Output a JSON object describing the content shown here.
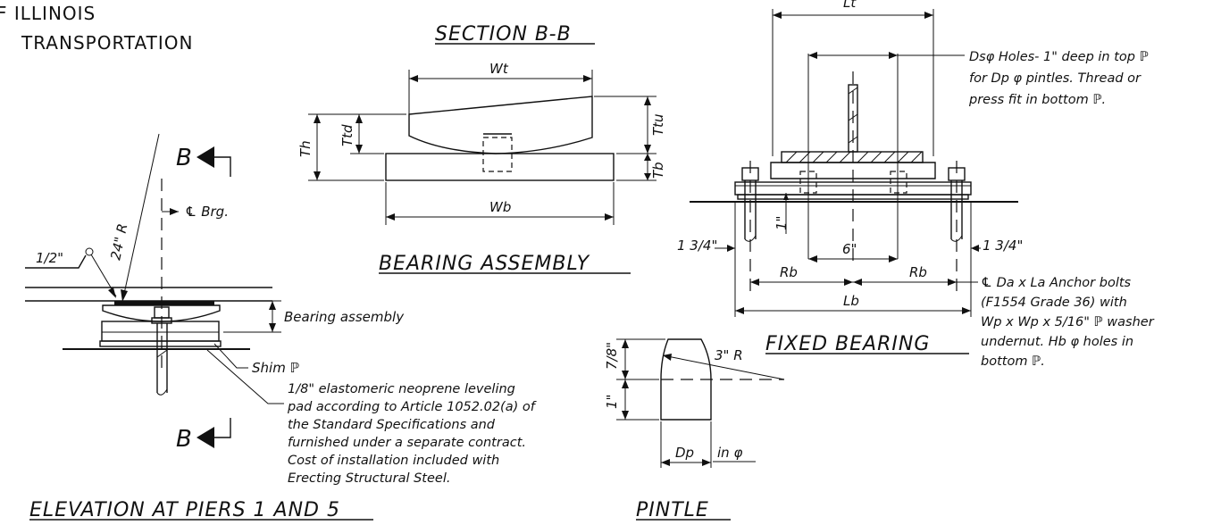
{
  "header": {
    "line1": "F  ILLINOIS",
    "line2": "TRANSPORTATION"
  },
  "titles": {
    "section": "SECTION B-B",
    "bearing_assembly": "BEARING ASSEMBLY",
    "fixed_bearing": "FIXED BEARING",
    "elevation": "ELEVATION AT PIERS 1 AND 5",
    "pintle": "PINTLE"
  },
  "elevation": {
    "section_mark": "B",
    "radius": "24\" R",
    "centerline": "℄ Brg.",
    "weld": "1/2\"",
    "bearing_assembly": "Bearing assembly",
    "shim": "Shim ℙ",
    "pad_note": [
      "1/8\" elastomeric neoprene leveling",
      "pad according to Article 1052.02(a) of",
      "the Standard Specifications and",
      "furnished under a separate contract.",
      "Cost of installation included with",
      "Erecting Structural Steel."
    ]
  },
  "section": {
    "wt": "Wt",
    "wb": "Wb",
    "th": "Th",
    "ttd": "Ttd",
    "ttu": "Ttu",
    "tb": "Tb"
  },
  "fixed": {
    "lt": "Lt",
    "lb": "Lb",
    "rb_left": "Rb",
    "rb_right": "Rb",
    "six": "6\"",
    "one": "1\"",
    "edge_left": "1 3/4\"",
    "edge_right": "1 3/4\"",
    "holes_note": [
      "Dsφ Holes- 1\" deep in top ℙ",
      "for Dp φ pintles.  Thread or",
      "press fit in bottom ℙ."
    ],
    "anchor_note": [
      "℄ Da x La Anchor bolts",
      "(F1554 Grade 36) with",
      "Wp x Wp x 5/16\" ℙ washer",
      "undernut. Hb φ holes in",
      "bottom ℙ."
    ]
  },
  "pintle": {
    "top": "7/8\"",
    "bottom": "1\"",
    "radius": "3\" R",
    "dp": "Dp",
    "unit": "in φ"
  }
}
